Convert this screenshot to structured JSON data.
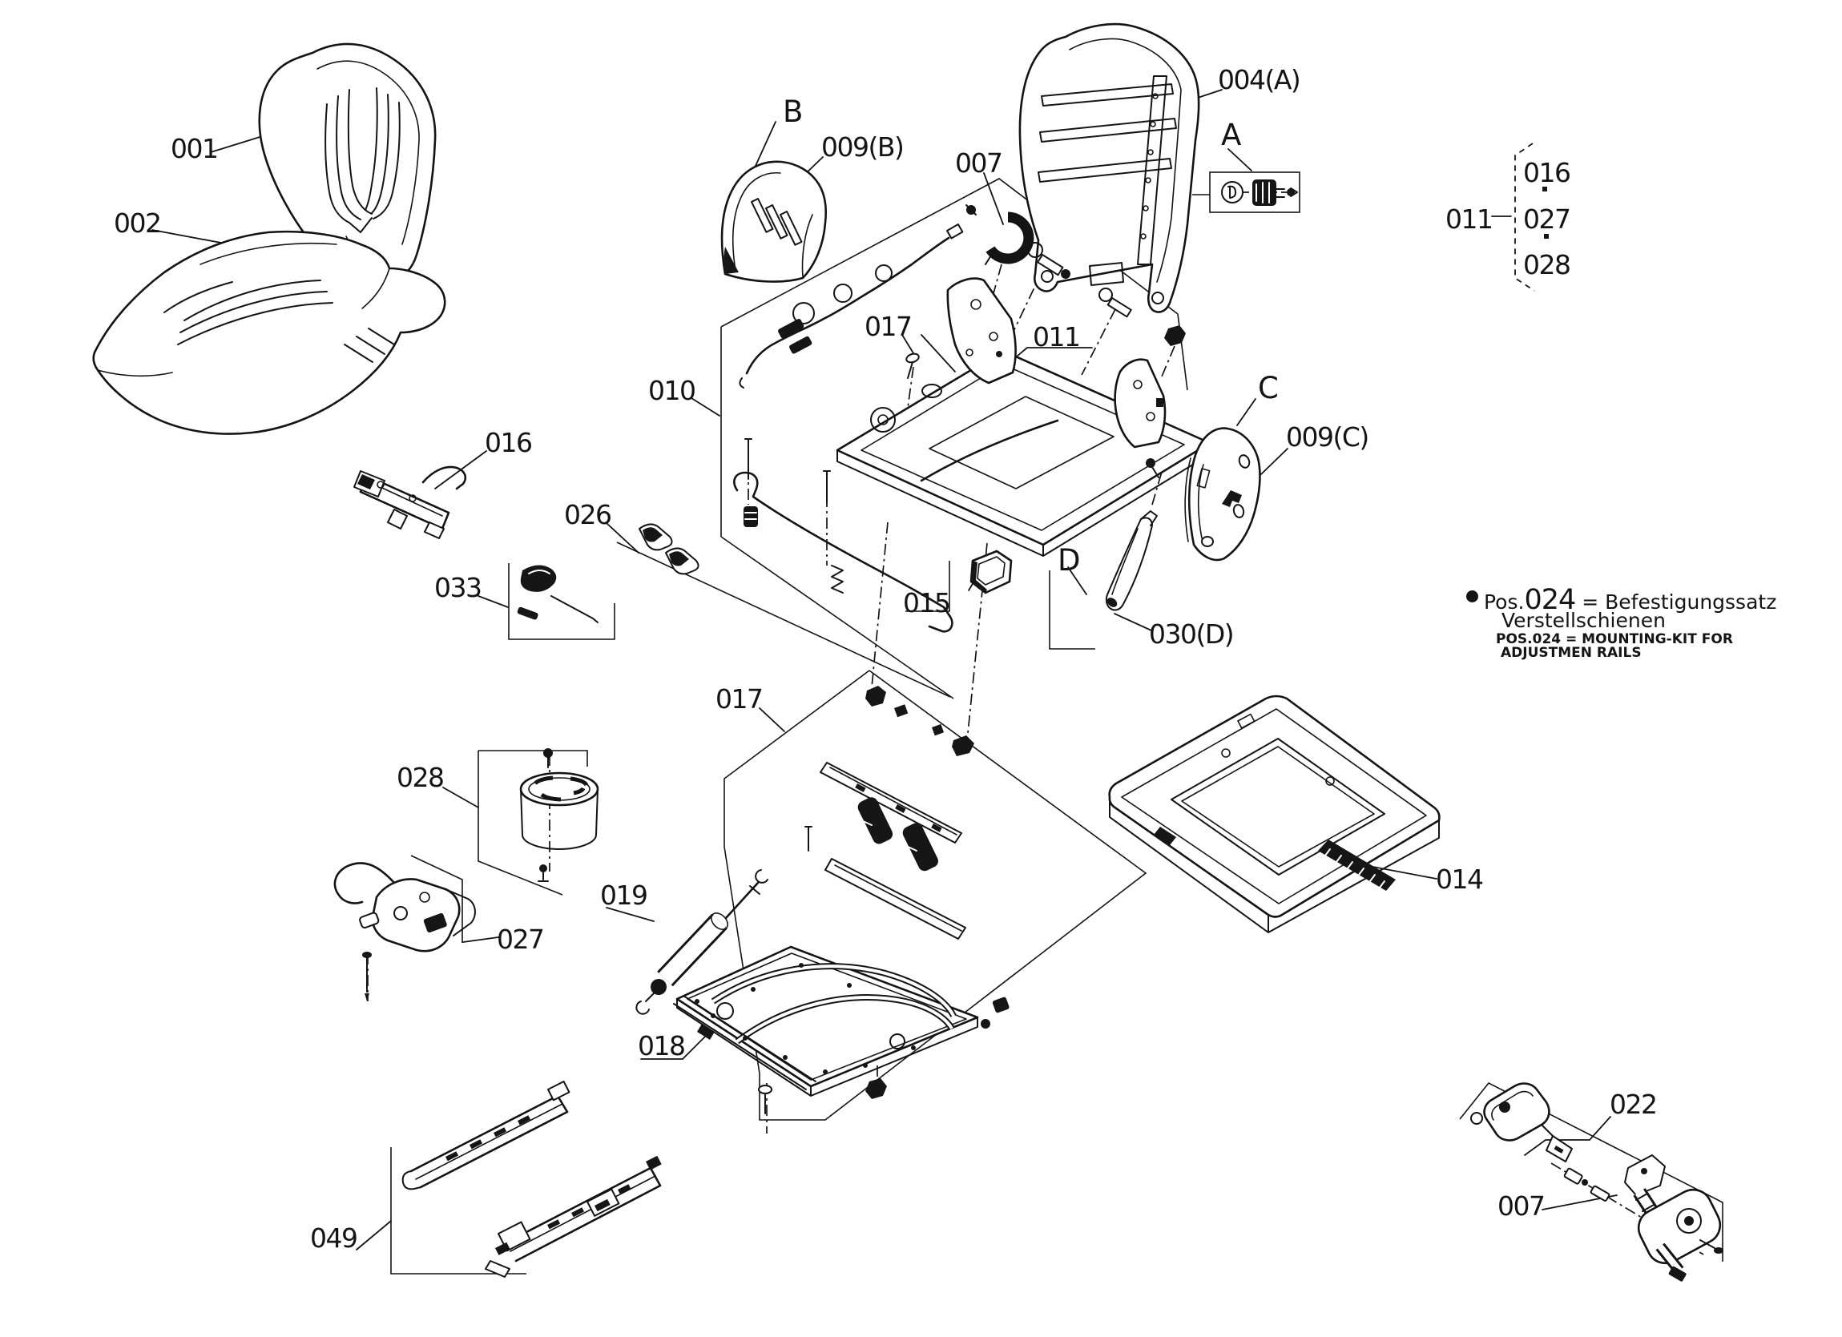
{
  "page": {
    "background": "#ffffff",
    "line_color": "#141414",
    "kind": "exploded seat parts diagram"
  },
  "labels": {
    "p001": "001",
    "p002": "002",
    "p004a": "004(A)",
    "cal_a": "A",
    "cal_b": "B",
    "p009b": "009(B)",
    "p007_top": "007",
    "p017_top": "017",
    "p011_mid": "011",
    "p010": "010",
    "p016_part": "016",
    "p026": "026",
    "p033": "033",
    "cal_c": "C",
    "p009c": "009(C)",
    "cal_d": "D",
    "p030d": "030(D)",
    "p015": "015",
    "p017_lower": "017",
    "p018": "018",
    "p028": "028",
    "p019": "019",
    "p027": "027",
    "p049": "049",
    "p014": "014",
    "p022": "022",
    "p007_bottom": "007",
    "p011_ref": "011",
    "ref_items": {
      "a": "016",
      "b": "027",
      "c": "028"
    }
  },
  "note": {
    "pos_label": "Pos.",
    "pos_num": "024",
    "eq_text": "= Befestigungssatz",
    "line2": "Verstellschienen",
    "line3": "POS.024 = MOUNTING-KIT FOR",
    "line4": "ADJUSTMEN RAILS"
  }
}
